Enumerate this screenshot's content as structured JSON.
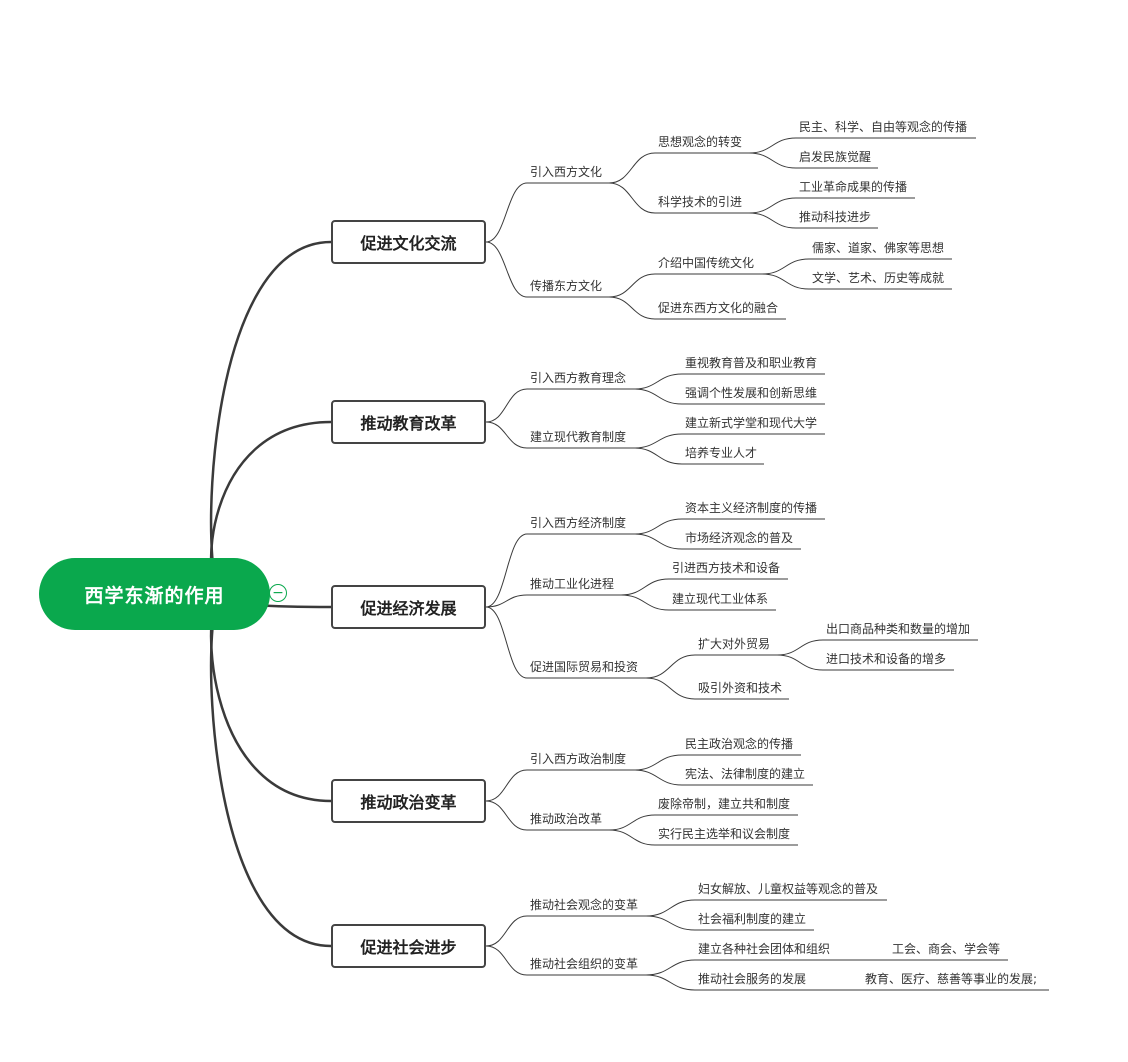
{
  "root": {
    "label": "西学东渐的作用",
    "collapse_symbol": "−",
    "color": "#0aa84d"
  },
  "branches": [
    {
      "label": "促进文化交流",
      "children": [
        {
          "label": "引入西方文化",
          "children": [
            {
              "label": "思想观念的转变",
              "children": [
                {
                  "label": "民主、科学、自由等观念的传播"
                },
                {
                  "label": "启发民族觉醒"
                }
              ]
            },
            {
              "label": "科学技术的引进",
              "children": [
                {
                  "label": "工业革命成果的传播"
                },
                {
                  "label": "推动科技进步"
                }
              ]
            }
          ]
        },
        {
          "label": "传播东方文化",
          "children": [
            {
              "label": "介绍中国传统文化",
              "children": [
                {
                  "label": "儒家、道家、佛家等思想"
                },
                {
                  "label": "文学、艺术、历史等成就"
                }
              ]
            },
            {
              "label": "促进东西方文化的融合"
            }
          ]
        }
      ]
    },
    {
      "label": "推动教育改革",
      "children": [
        {
          "label": "引入西方教育理念",
          "children": [
            {
              "label": "重视教育普及和职业教育"
            },
            {
              "label": "强调个性发展和创新思维"
            }
          ]
        },
        {
          "label": "建立现代教育制度",
          "children": [
            {
              "label": "建立新式学堂和现代大学"
            },
            {
              "label": "培养专业人才"
            }
          ]
        }
      ]
    },
    {
      "label": "促进经济发展",
      "children": [
        {
          "label": "引入西方经济制度",
          "children": [
            {
              "label": "资本主义经济制度的传播"
            },
            {
              "label": "市场经济观念的普及"
            }
          ]
        },
        {
          "label": "推动工业化进程",
          "children": [
            {
              "label": "引进西方技术和设备"
            },
            {
              "label": "建立现代工业体系"
            }
          ]
        },
        {
          "label": "促进国际贸易和投资",
          "children": [
            {
              "label": "扩大对外贸易",
              "children": [
                {
                  "label": "出口商品种类和数量的增加"
                },
                {
                  "label": "进口技术和设备的增多"
                }
              ]
            },
            {
              "label": "吸引外资和技术"
            }
          ]
        }
      ]
    },
    {
      "label": "推动政治变革",
      "children": [
        {
          "label": "引入西方政治制度",
          "children": [
            {
              "label": "民主政治观念的传播"
            },
            {
              "label": "宪法、法律制度的建立"
            }
          ]
        },
        {
          "label": "推动政治改革",
          "children": [
            {
              "label": "废除帝制，建立共和制度"
            },
            {
              "label": "实行民主选举和议会制度"
            }
          ]
        }
      ]
    },
    {
      "label": "促进社会进步",
      "children": [
        {
          "label": "推动社会观念的变革",
          "children": [
            {
              "label": "妇女解放、儿童权益等观念的普及"
            },
            {
              "label": "社会福利制度的建立"
            }
          ]
        },
        {
          "label": "推动社会组织的变革",
          "children": [
            {
              "label": "建立各种社会团体和组织",
              "children": [
                {
                  "label": "工会、商会、学会等"
                }
              ]
            },
            {
              "label": "推动社会服务的发展",
              "children": [
                {
                  "label": "教育、医疗、慈善等事业的发展;"
                }
              ]
            }
          ]
        }
      ]
    }
  ]
}
